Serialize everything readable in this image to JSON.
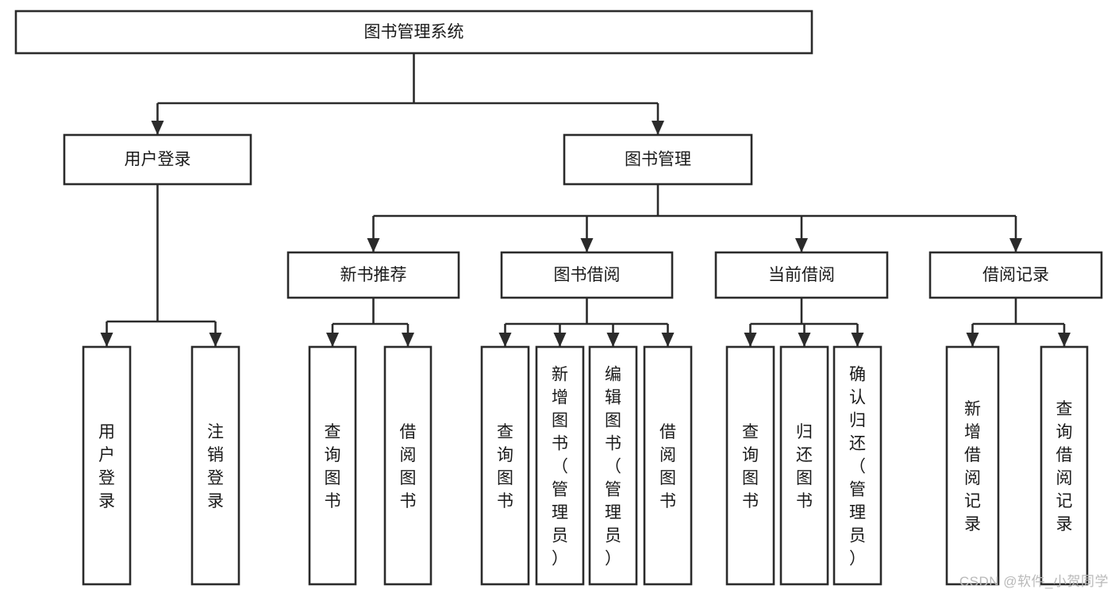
{
  "diagram": {
    "title": "图书管理系统",
    "type": "hierarchy-tree",
    "watermark": "CSDN @软件_小贺同学",
    "root": {
      "id": "root",
      "label": "图书管理系统",
      "orientation": "horizontal"
    },
    "level2": [
      {
        "id": "user-login",
        "label": "用户登录",
        "orientation": "horizontal"
      },
      {
        "id": "book-manage",
        "label": "图书管理",
        "orientation": "horizontal"
      }
    ],
    "level3": [
      {
        "id": "new-book-rec",
        "label": "新书推荐",
        "orientation": "horizontal",
        "parent": "book-manage"
      },
      {
        "id": "book-borrow",
        "label": "图书借阅",
        "orientation": "horizontal",
        "parent": "book-manage"
      },
      {
        "id": "current-borrow",
        "label": "当前借阅",
        "orientation": "horizontal",
        "parent": "book-manage"
      },
      {
        "id": "borrow-record",
        "label": "借阅记录",
        "orientation": "horizontal",
        "parent": "book-manage"
      }
    ],
    "leaves": {
      "user-login": [
        {
          "id": "leaf-user-login",
          "label": "用户登录",
          "orientation": "vertical"
        },
        {
          "id": "leaf-user-logout",
          "label": "注销登录",
          "orientation": "vertical"
        }
      ],
      "new-book-rec": [
        {
          "id": "leaf-query-book-1",
          "label": "查询图书",
          "orientation": "vertical"
        },
        {
          "id": "leaf-borrow-book-1",
          "label": "借阅图书",
          "orientation": "vertical"
        }
      ],
      "book-borrow": [
        {
          "id": "leaf-query-book-2",
          "label": "查询图书",
          "orientation": "vertical"
        },
        {
          "id": "leaf-add-book",
          "label": "新增图书（管理员）",
          "orientation": "vertical"
        },
        {
          "id": "leaf-edit-book",
          "label": "编辑图书（管理员）",
          "orientation": "vertical"
        },
        {
          "id": "leaf-borrow-book-2",
          "label": "借阅图书",
          "orientation": "vertical"
        }
      ],
      "current-borrow": [
        {
          "id": "leaf-query-book-3",
          "label": "查询图书",
          "orientation": "vertical"
        },
        {
          "id": "leaf-return-book",
          "label": "归还图书",
          "orientation": "vertical"
        },
        {
          "id": "leaf-confirm-return",
          "label": "确认归还（管理员）",
          "orientation": "vertical"
        }
      ],
      "borrow-record": [
        {
          "id": "leaf-add-record",
          "label": "新增借阅记录",
          "orientation": "vertical"
        },
        {
          "id": "leaf-query-record",
          "label": "查询借阅记录",
          "orientation": "vertical"
        }
      ]
    },
    "colors": {
      "stroke": "#2b2b2b",
      "fill": "#ffffff",
      "text": "#1a1a1a",
      "watermark": "#b9b9b9",
      "background": "#ffffff"
    }
  }
}
